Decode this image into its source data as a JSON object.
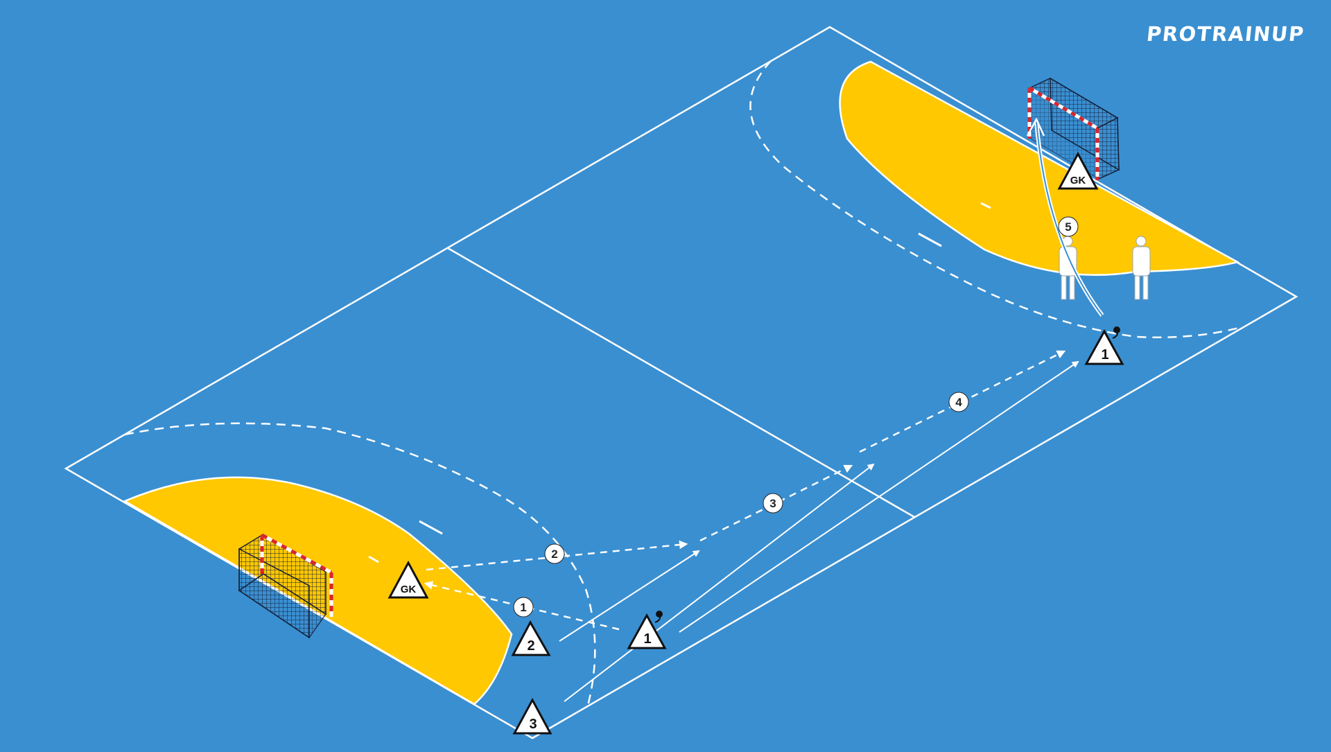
{
  "brand": {
    "logo_text": "PROTRAINUP"
  },
  "colors": {
    "court": "#3a8fd1",
    "goal_area": "#ffc800",
    "lines": "#ffffff",
    "post_red": "#d8262c",
    "net": "#16223a"
  },
  "players": {
    "left_goalkeeper": "GK",
    "right_goalkeeper": "GK",
    "player_1_near": "1",
    "player_2": "2",
    "player_3": "3",
    "player_1_far": "1"
  },
  "sequence_labels": {
    "step1": "1",
    "step2": "2",
    "step3": "3",
    "step4": "4",
    "step5": "5"
  },
  "equipment": {
    "defender_mannequins": "mannequin-icon",
    "goals": "handball-goal-icon",
    "ball": "ball-icon"
  }
}
